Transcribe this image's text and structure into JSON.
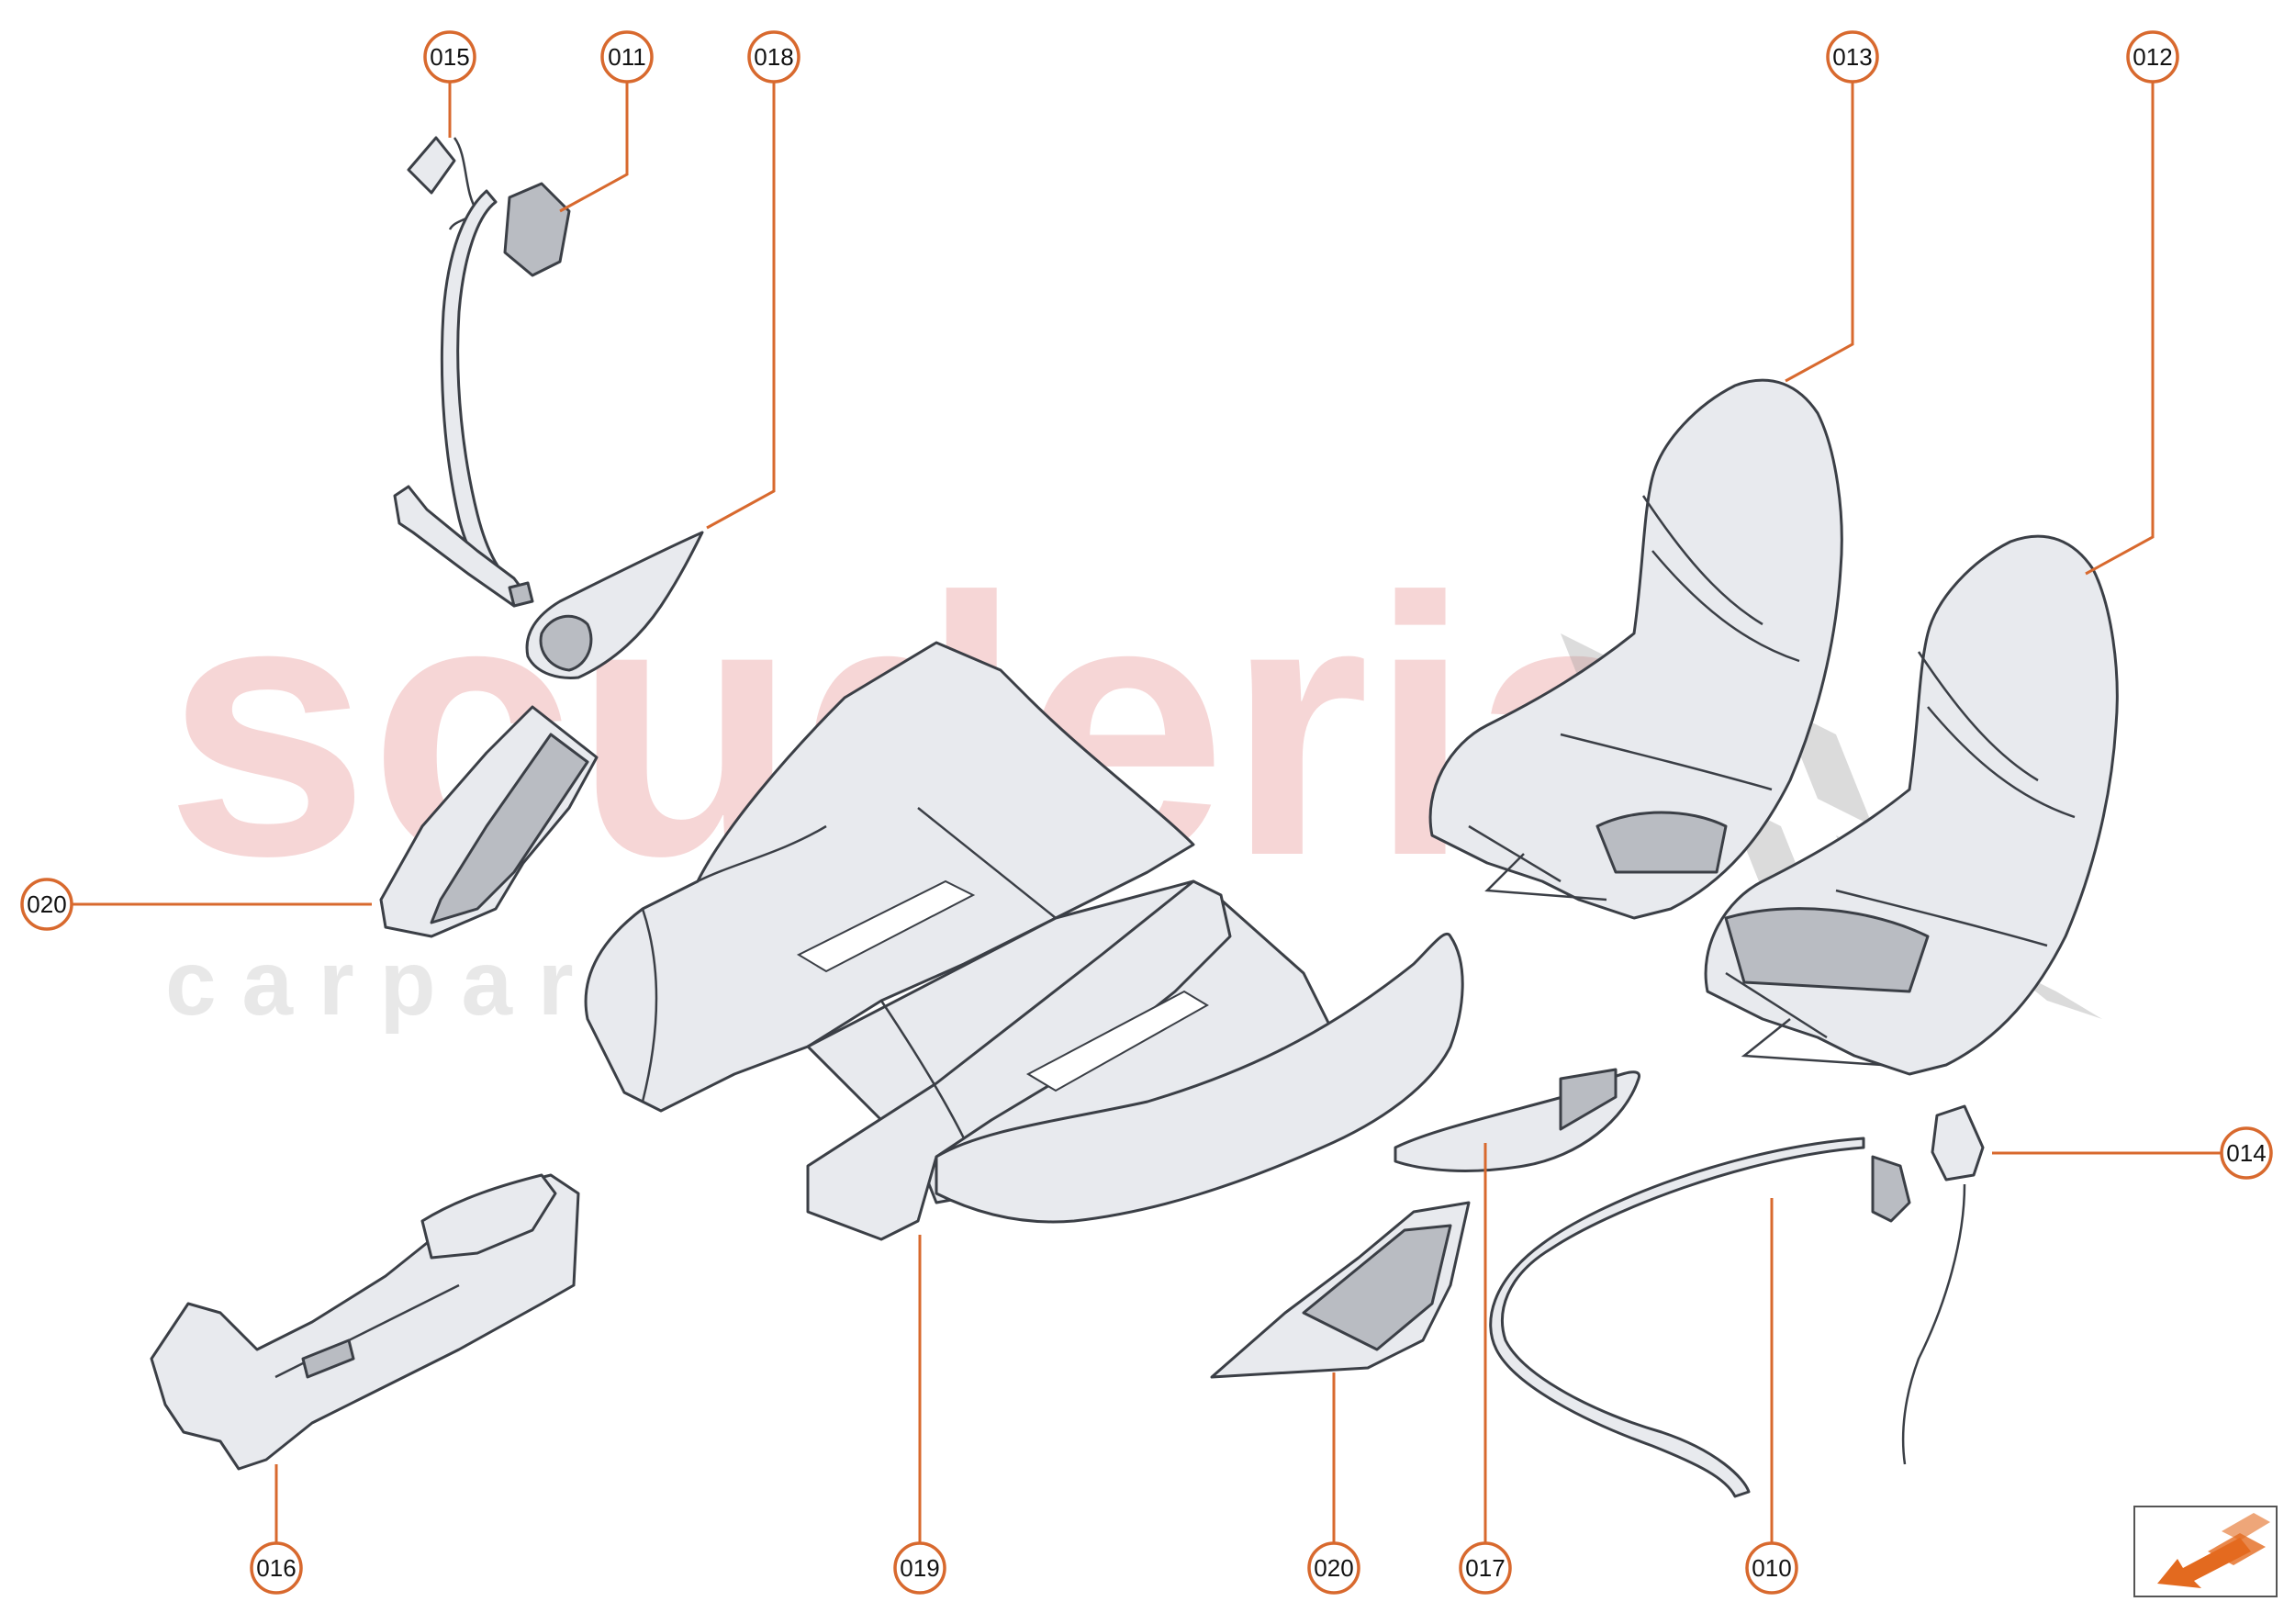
{
  "watermark": {
    "main": "scuderia",
    "sub": "c a r   p a r t s"
  },
  "callouts": [
    {
      "id": "c015",
      "label": "015"
    },
    {
      "id": "c011",
      "label": "011"
    },
    {
      "id": "c018",
      "label": "018"
    },
    {
      "id": "c013",
      "label": "013"
    },
    {
      "id": "c012",
      "label": "012"
    },
    {
      "id": "c020a",
      "label": "020"
    },
    {
      "id": "c014",
      "label": "014"
    },
    {
      "id": "c016",
      "label": "016"
    },
    {
      "id": "c019",
      "label": "019"
    },
    {
      "id": "c020b",
      "label": "020"
    },
    {
      "id": "c017",
      "label": "017"
    },
    {
      "id": "c010",
      "label": "010"
    }
  ],
  "colors": {
    "leader": "#d8692e",
    "watermark": "#f3c9c9",
    "nav_arrow": "#e36a1f"
  },
  "icons": {
    "nav": "navigation-arrow-icon"
  }
}
